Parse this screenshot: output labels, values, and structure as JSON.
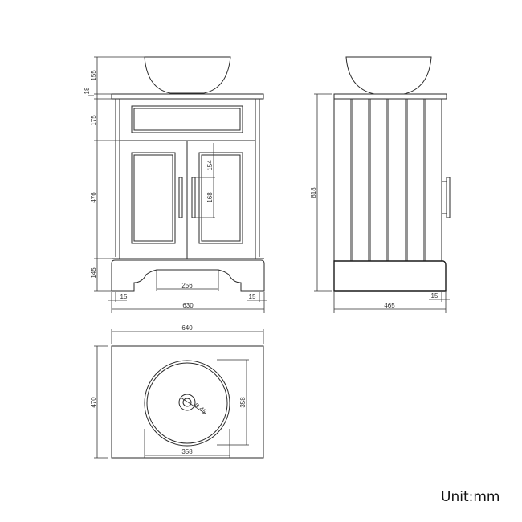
{
  "unit_label": "Unit:mm",
  "front_view": {
    "dims": {
      "basin_height": "155",
      "top_thickness": "18",
      "drawer_height": "175",
      "door_height": "476",
      "plinth_height": "145",
      "handle_offset": "154",
      "handle_length": "168",
      "plinth_cutout_width": "256",
      "left_inset": "15",
      "right_inset": "15",
      "body_width": "630"
    }
  },
  "side_view": {
    "dims": {
      "total_height": "818",
      "depth": "465",
      "inset": "15"
    }
  },
  "top_view": {
    "dims": {
      "top_width": "640",
      "top_depth": "470",
      "basin_diameter_x": "358",
      "basin_diameter_y": "358",
      "waste_diameter": "φ 45"
    }
  }
}
